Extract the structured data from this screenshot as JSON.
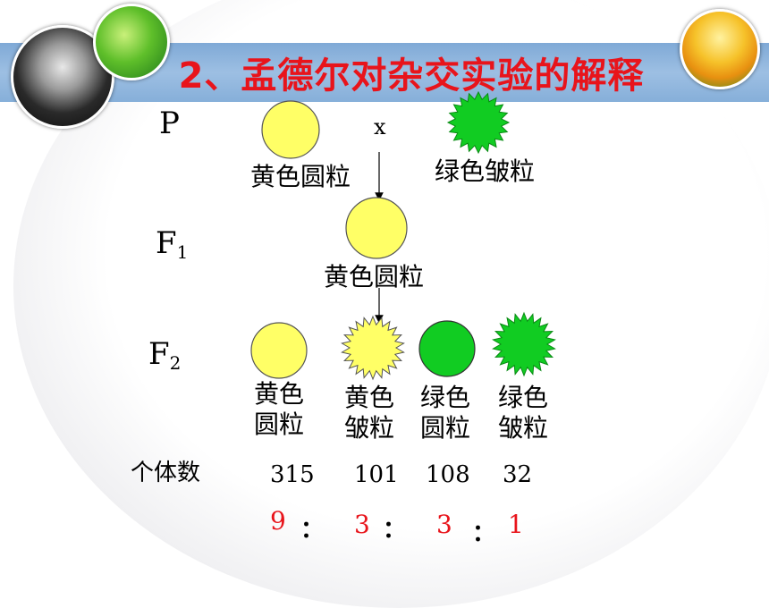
{
  "title": "2、孟德尔对杂交实验的解释",
  "generations": {
    "p": "P",
    "f1": {
      "base": "F",
      "sub": "1"
    },
    "f2": {
      "base": "F",
      "sub": "2"
    }
  },
  "cross_symbol": "x",
  "parents": {
    "yellow_round": "黄色圆粒",
    "green_wrinkled": "绿色皱粒"
  },
  "f1_label": "黄色圆粒",
  "f2_phenotypes": [
    {
      "line1": "黄色",
      "line2": "圆粒"
    },
    {
      "line1": "黄色",
      "line2": "皱粒"
    },
    {
      "line1": "绿色",
      "line2": "圆粒"
    },
    {
      "line1": "绿色",
      "line2": "皱粒"
    }
  ],
  "count_label": "个体数",
  "counts": [
    "315",
    "101",
    "108",
    "32"
  ],
  "ratio": [
    "9",
    "3",
    "3",
    "1"
  ],
  "ratio_separator": "：",
  "colors": {
    "yellow": "#ffff66",
    "green": "#11cc22",
    "title": "#e8141b",
    "banner": "#8fb6df"
  }
}
